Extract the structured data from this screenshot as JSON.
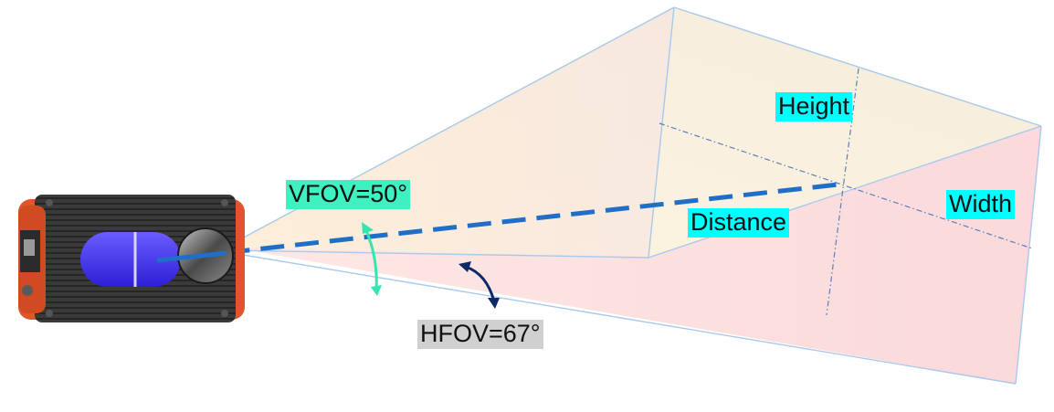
{
  "labels": {
    "height": "Height",
    "width": "Width",
    "distance": "Distance",
    "vfov": "VFOV=50°",
    "hfov": "HFOV=67°"
  },
  "colors": {
    "label_cyan": "#00ffff",
    "label_mint": "#3ff0c0",
    "label_gray": "#d0d0d0",
    "distance_line": "#1f6fc8",
    "vfov_arrow": "#33e6b0",
    "hfov_arrow": "#0d2a66",
    "camera_body": "#3a3a3a",
    "camera_frame": "#e0552a",
    "lens_window": "#4b3cf0"
  },
  "icons": {
    "camera": "tof-camera-icon"
  }
}
